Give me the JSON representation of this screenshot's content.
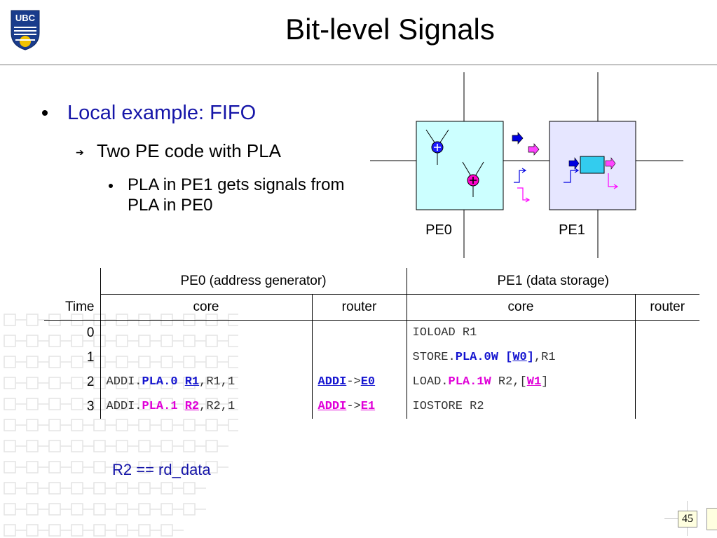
{
  "slide": {
    "title": "Bit-level Signals",
    "bullets": {
      "level1": "Local example: FIFO",
      "level2": "Two PE code with PLA",
      "level3": "PLA in PE1 gets signals from PLA in PE0"
    },
    "note": "R2 == rd_data",
    "page_number": "45"
  },
  "logo": {
    "text": "UBC"
  },
  "diagram": {
    "pe0_label": "PE0",
    "pe1_label": "PE1",
    "colors": {
      "pe0_fill": "#ccffff",
      "pe1_fill": "#e6e6ff",
      "blue": "#0000e0",
      "magenta": "#ff00ff",
      "storage": "#33ccee"
    }
  },
  "table": {
    "group_headers": [
      "PE0 (address generator)",
      "PE1 (data storage)"
    ],
    "sub_headers": [
      "Time",
      "core",
      "router",
      "core",
      "router"
    ],
    "rows": [
      {
        "time": "0",
        "pe1_core": "IOLOAD R1"
      },
      {
        "time": "1",
        "pe1_core": {
          "a": "STORE.",
          "b": "PLA.0W",
          "c": "[",
          "d": "W0",
          "e": "]",
          "f": ",R1"
        }
      },
      {
        "time": "2",
        "pe0_core": {
          "a": "ADDI.",
          "b": "PLA.0",
          "c": "R1",
          "d": ",R1,1"
        },
        "pe0_router": {
          "a": "ADDI",
          "b": "->",
          "c": "E0"
        },
        "pe1_core": {
          "a": "LOAD.",
          "b": "PLA.1W",
          "c": " R2,[",
          "d": "W1",
          "e": "]"
        }
      },
      {
        "time": "3",
        "pe0_core": {
          "a": "ADDI.",
          "b": "PLA.1",
          "c": "R2",
          "d": ",R2,1"
        },
        "pe0_router": {
          "a": "ADDI",
          "b": "->",
          "c": "E1"
        },
        "pe1_core": "IOSTORE R2"
      }
    ]
  }
}
